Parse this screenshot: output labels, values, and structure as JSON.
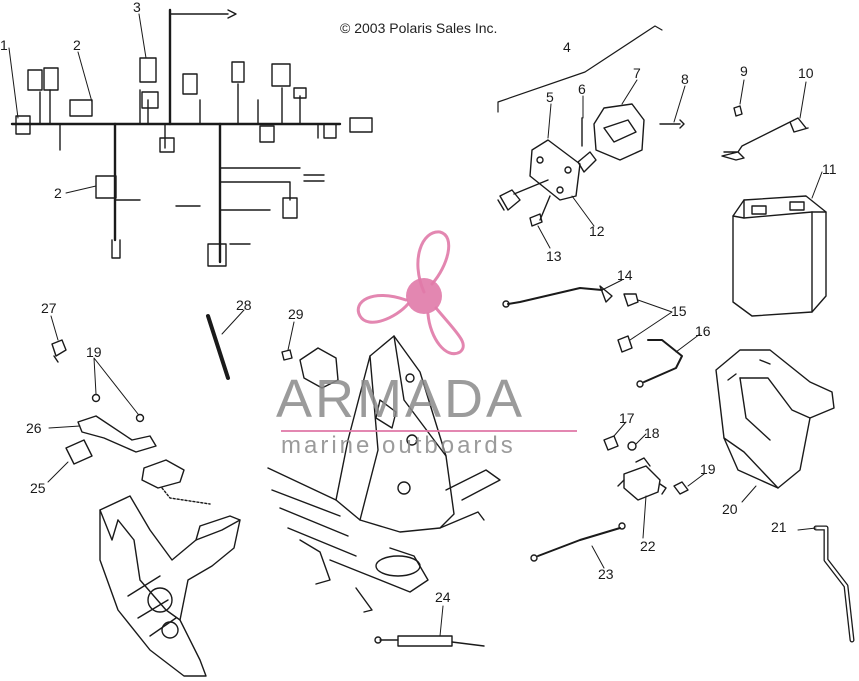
{
  "copyright": "© 2003 Polaris Sales Inc.",
  "watermark": {
    "brand": "ARMADA",
    "tagline": "marine outboards",
    "accent_color": "#e07aa8",
    "text_color": "#8a8a8a",
    "icon": "propeller-logo-icon"
  },
  "callouts": [
    "1",
    "2",
    "3",
    "4",
    "5",
    "6",
    "7",
    "8",
    "9",
    "10",
    "11",
    "12",
    "13",
    "14",
    "15",
    "16",
    "17",
    "18",
    "19",
    "20",
    "21",
    "22",
    "23",
    "24",
    "25",
    "26",
    "27",
    "28",
    "29"
  ],
  "extra_callouts": {
    "two_b": "2",
    "nineteen_b": "19"
  },
  "colors": {
    "line": "#1a1a1a",
    "paper": "#ffffff"
  }
}
